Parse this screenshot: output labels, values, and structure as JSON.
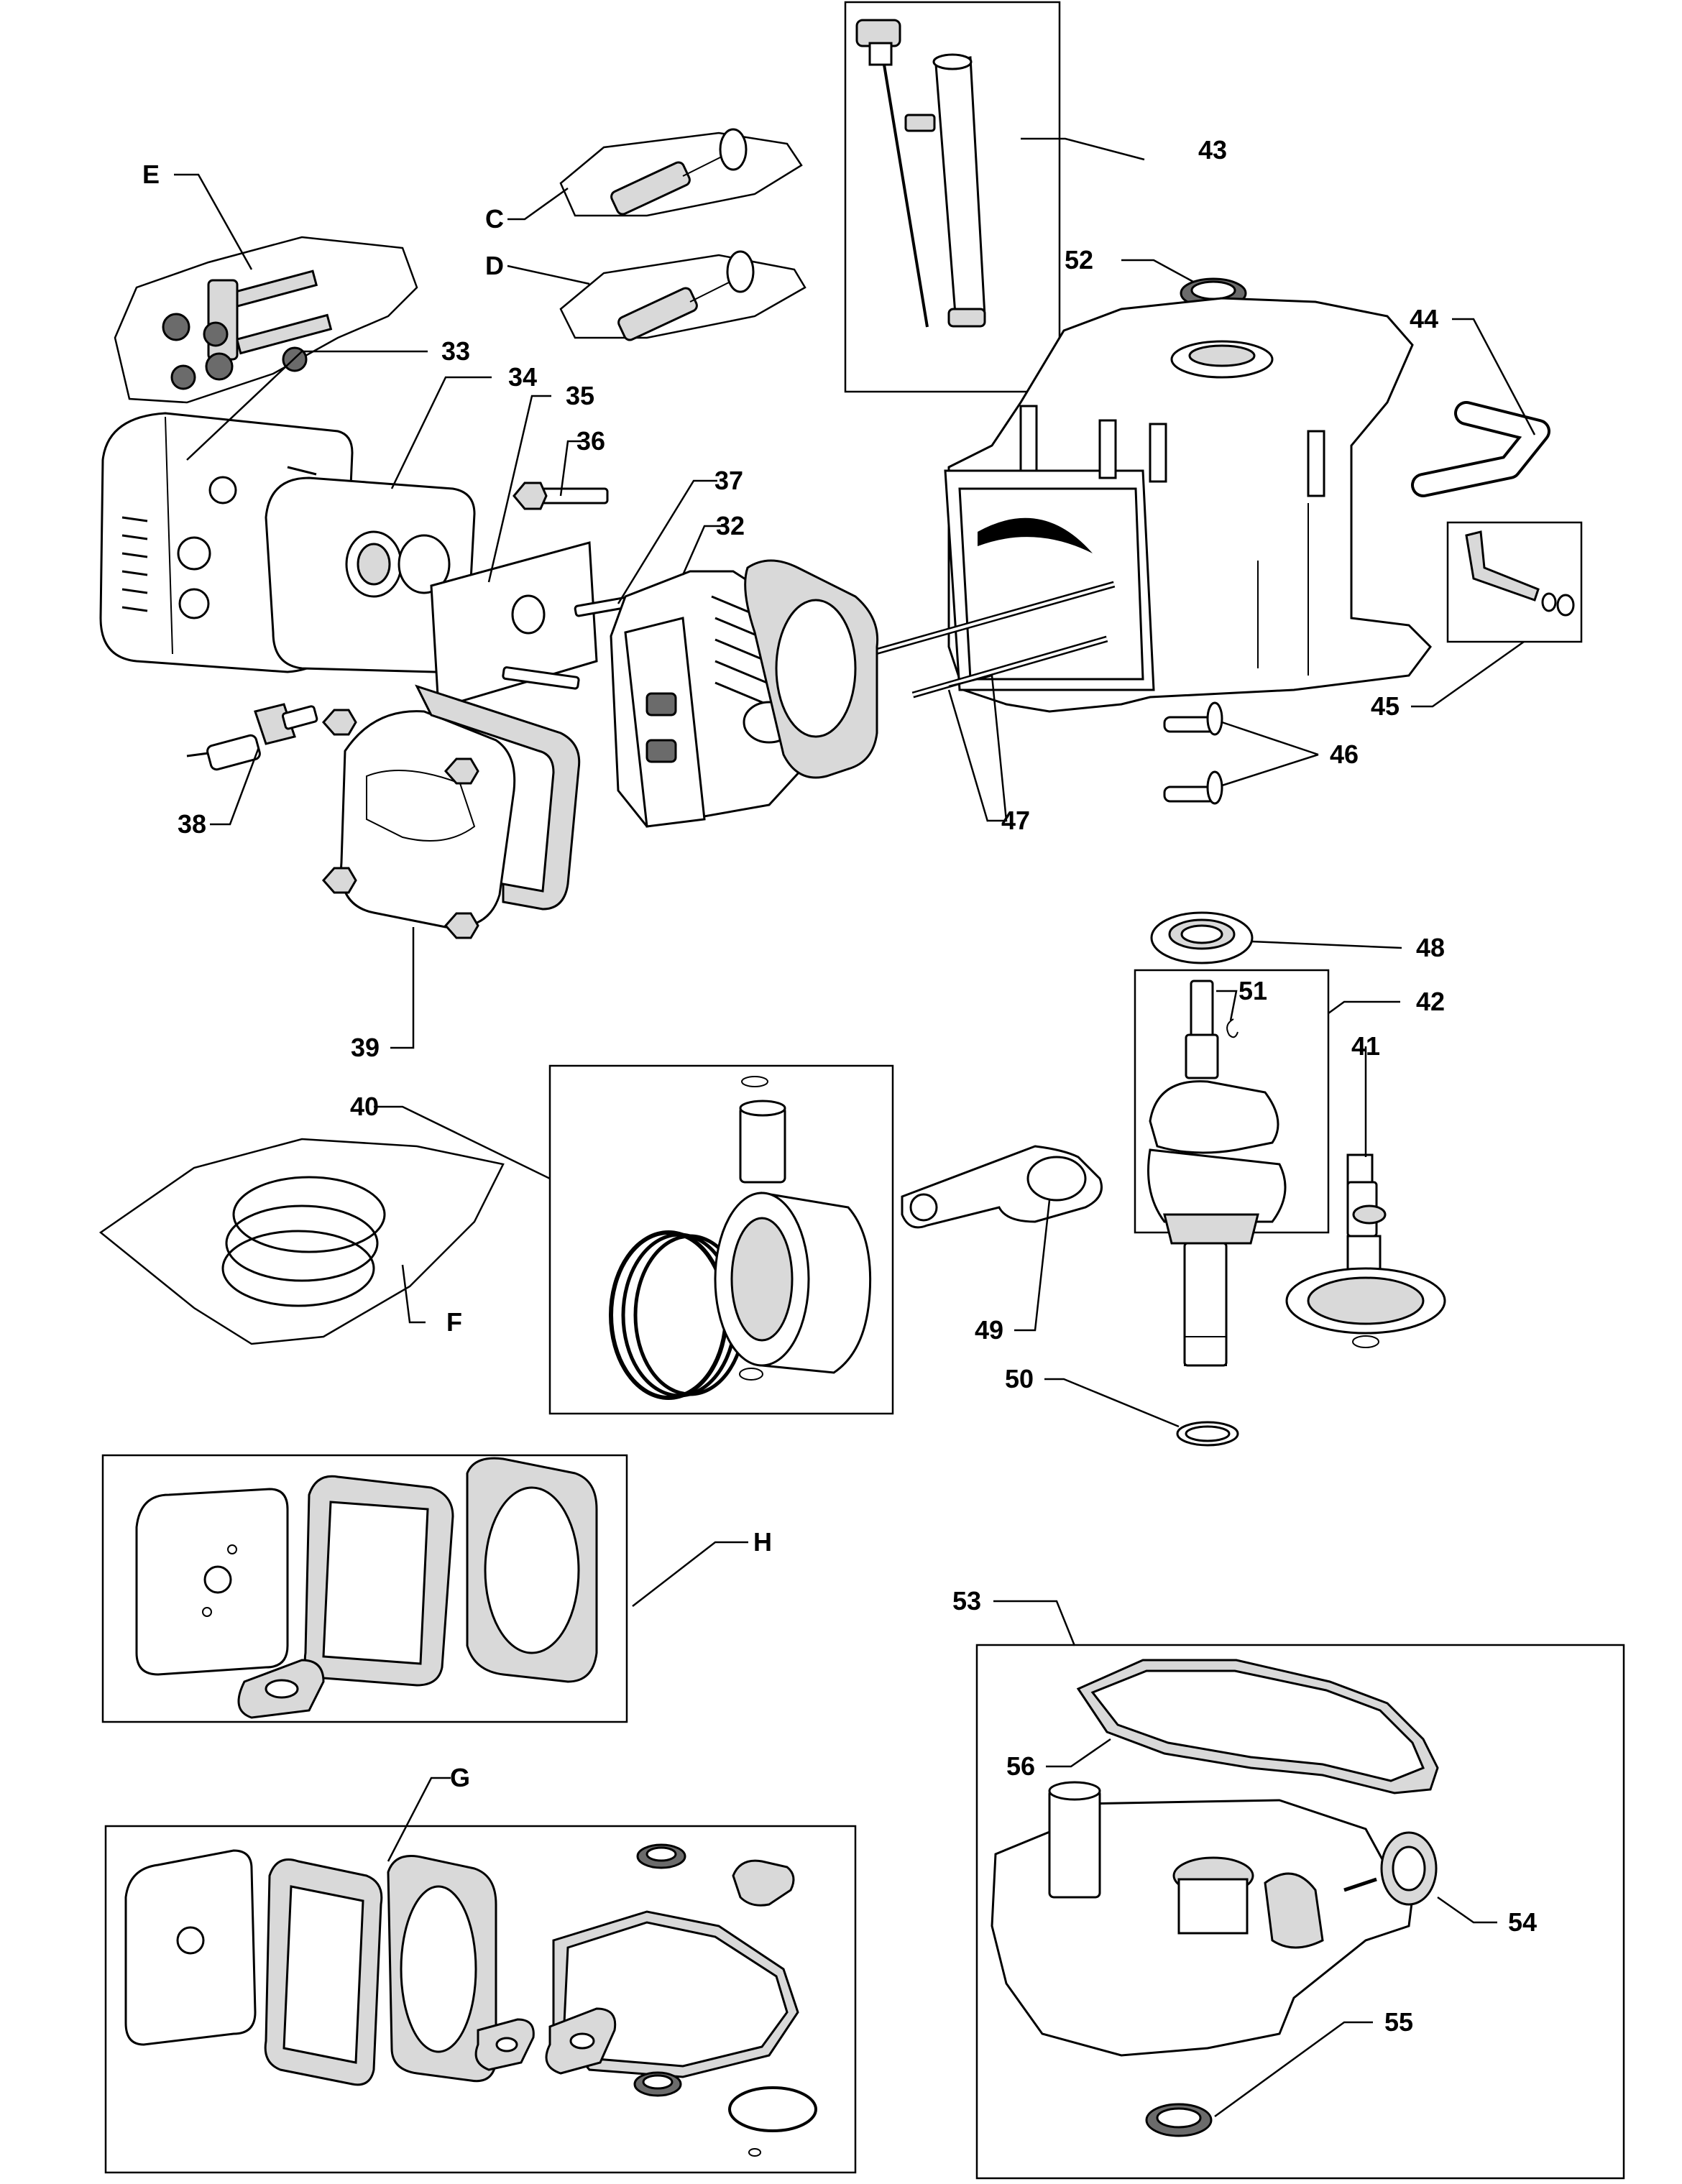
{
  "diagram": {
    "callouts": {
      "E": "E",
      "C": "C",
      "D": "D",
      "F": "F",
      "G": "G",
      "H": "H",
      "n32": "32",
      "n33": "33",
      "n34": "34",
      "n35": "35",
      "n36": "36",
      "n37": "37",
      "n38": "38",
      "n39": "39",
      "n40": "40",
      "n41": "41",
      "n42": "42",
      "n43": "43",
      "n44": "44",
      "n45": "45",
      "n46": "46",
      "n47": "47",
      "n48": "48",
      "n49": "49",
      "n50": "50",
      "n51": "51",
      "n52": "52",
      "n53": "53",
      "n54": "54",
      "n55": "55",
      "n56": "56"
    }
  }
}
